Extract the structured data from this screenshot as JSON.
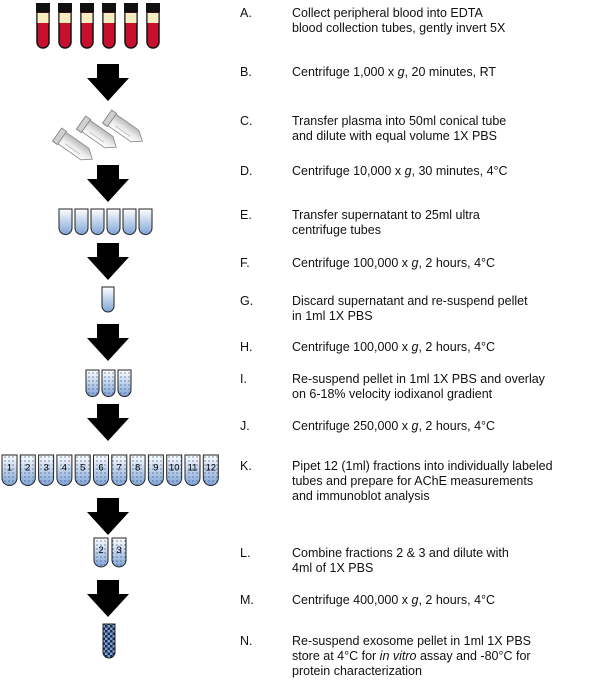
{
  "steps": [
    {
      "letter": "A.",
      "lines": [
        "Collect peripheral blood into EDTA",
        "blood collection tubes, gently invert 5X"
      ]
    },
    {
      "letter": "B.",
      "lines": [
        "Centrifuge 1,000 x <i>g</i>, 20 minutes, RT"
      ]
    },
    {
      "letter": "C.",
      "lines": [
        "Transfer plasma into 50ml conical tube",
        "and dilute with equal volume 1X PBS"
      ]
    },
    {
      "letter": "D.",
      "lines": [
        "Centrifuge 10,000 x <i>g</i>, 30 minutes, 4°C"
      ]
    },
    {
      "letter": "E.",
      "lines": [
        "Transfer supernatant to 25ml ultra",
        "centrifuge tubes"
      ]
    },
    {
      "letter": "F.",
      "lines": [
        "Centrifuge 100,000 x <i>g</i>, 2 hours, 4°C"
      ]
    },
    {
      "letter": "G.",
      "lines": [
        "Discard supernatant and re-suspend pellet",
        "in 1ml 1X PBS"
      ]
    },
    {
      "letter": "H.",
      "lines": [
        "Centrifuge 100,000 x <i>g</i>, 2 hours, 4°C"
      ]
    },
    {
      "letter": "I.",
      "lines": [
        "Re-suspend pellet in 1ml 1X PBS and overlay",
        "on 6-18% velocity iodixanol gradient"
      ]
    },
    {
      "letter": "J.",
      "lines": [
        "Centrifuge 250,000 x <i>g</i>, 2 hours, 4°C"
      ]
    },
    {
      "letter": "K.",
      "lines": [
        "Pipet 12 (1ml) fractions into individually labeled",
        "tubes and prepare for AChE measurements",
        "and immunoblot analysis"
      ]
    },
    {
      "letter": "L.",
      "lines": [
        "Combine fractions 2 &amp; 3 and dilute with",
        "4ml of 1X PBS"
      ]
    },
    {
      "letter": "M.",
      "lines": [
        "Centrifuge 400,000 x <i>g</i>, 2 hours, 4°C"
      ]
    },
    {
      "letter": "N.",
      "lines": [
        "Re-suspend exosome pellet in 1ml 1X PBS",
        "store at 4°C for <i>in vitro</i> assay and -80°C for",
        "protein characterization"
      ]
    }
  ],
  "fraction_labels": [
    "1",
    "2",
    "3",
    "4",
    "5",
    "6",
    "7",
    "8",
    "9",
    "10",
    "11",
    "12"
  ],
  "combined_labels": [
    "2",
    "3"
  ],
  "colors": {
    "blood": "#c8102e",
    "plasma": "#f5ecc0",
    "tube_fill_top": "#ffffff",
    "tube_fill_bottom": "#7fa3d6",
    "arrow": "#000000",
    "conical_tube": "#d8d8d8"
  }
}
